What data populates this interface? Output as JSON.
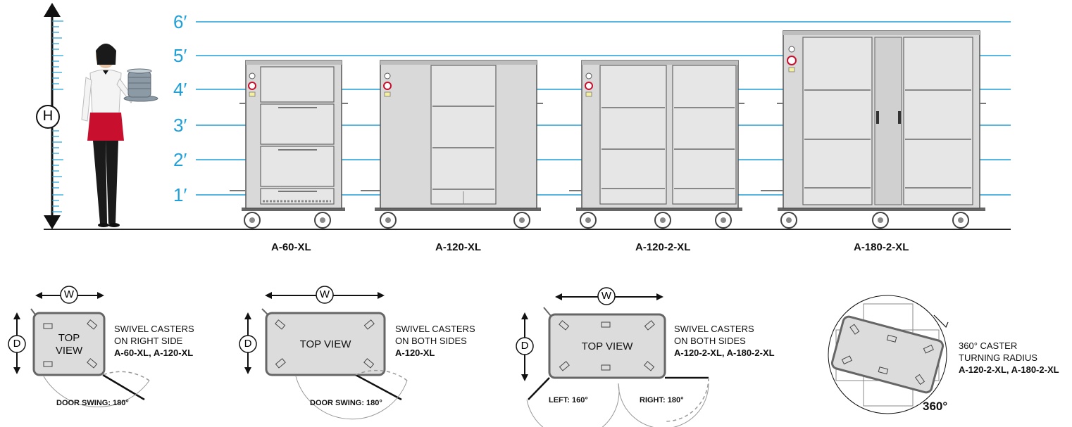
{
  "height_scale": {
    "marker": "H",
    "ticks": [
      "1′",
      "2′",
      "3′",
      "4′",
      "5′",
      "6′"
    ]
  },
  "models": [
    "A-60-XL",
    "A-120-XL",
    "A-120-2-XL",
    "A-180-2-XL"
  ],
  "top_views": [
    {
      "width_marker": "W",
      "depth_marker": "D",
      "label_line1": "TOP",
      "label_line2": "VIEW",
      "caption_line1": "SWIVEL CASTERS",
      "caption_line2": "ON RIGHT SIDE",
      "caption_models": "A-60-XL, A-120-XL",
      "swing_label": "DOOR SWING: 180°"
    },
    {
      "width_marker": "W",
      "depth_marker": "D",
      "label": "TOP VIEW",
      "caption_line1": "SWIVEL CASTERS",
      "caption_line2": "ON BOTH SIDES",
      "caption_models": "A-120-XL",
      "swing_label": "DOOR SWING: 180°"
    },
    {
      "width_marker": "W",
      "depth_marker": "D",
      "label": "TOP VIEW",
      "caption_line1": "SWIVEL CASTERS",
      "caption_line2": "ON BOTH SIDES",
      "caption_models": "A-120-2-XL, A-180-2-XL",
      "swing_left": "LEFT: 160°",
      "swing_right": "RIGHT: 180°"
    }
  ],
  "turning": {
    "caption_line1": "360°  CASTER",
    "caption_line2": "TURNING RADIUS",
    "caption_models": "A-120-2-XL, A-180-2-XL",
    "degrees": "360°"
  },
  "colors": {
    "scale_line": "#1fa0d8",
    "cabinet_body": "#d9d9d9",
    "cabinet_panel": "#e6e6e6",
    "outline": "#555555",
    "apron": "#c8102e"
  }
}
